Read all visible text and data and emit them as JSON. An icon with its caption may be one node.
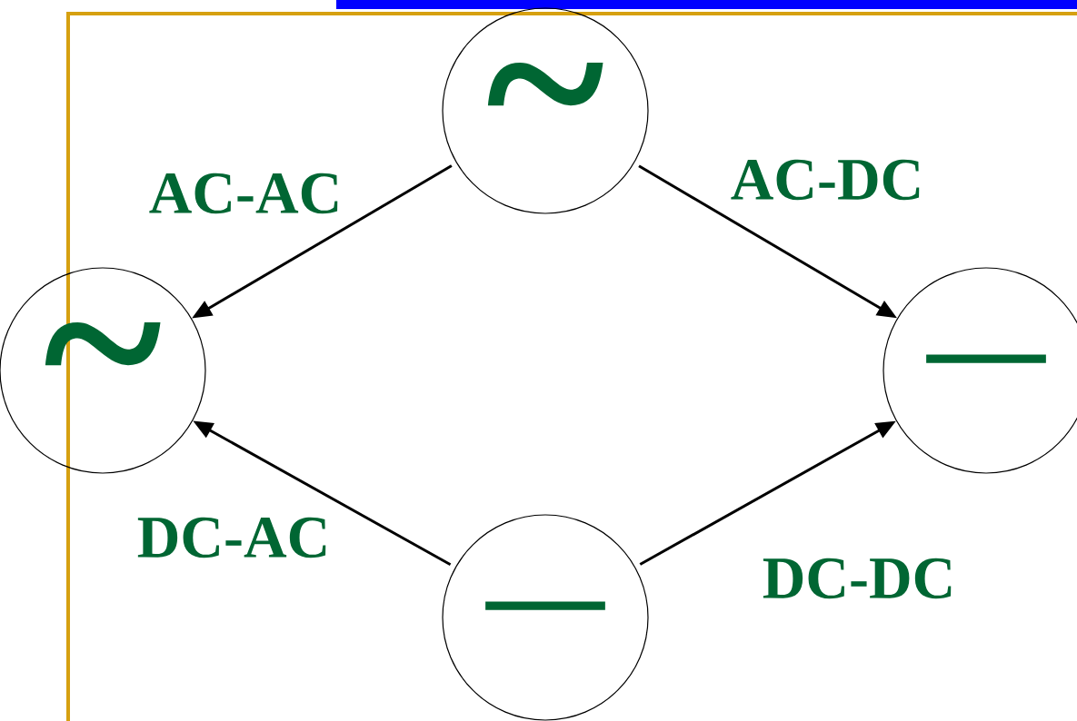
{
  "diagram": {
    "nodes": [
      {
        "text": [
          "~"
        ]
      },
      {
        "text": [
          "~"
        ]
      },
      {
        "text": [
          "—"
        ]
      },
      {
        "text": [
          "—"
        ]
      }
    ],
    "edges": [
      {
        "from": 0,
        "to": 1,
        "arrow": "to",
        "label": "AC-AC"
      },
      {
        "from": 0,
        "to": 2,
        "arrow": "to",
        "label": "AC-DC"
      },
      {
        "from": 3,
        "to": 1,
        "arrow": "to",
        "label": "DC-AC"
      },
      {
        "from": 3,
        "to": 2,
        "arrow": "to",
        "label": "DC-DC"
      }
    ]
  }
}
